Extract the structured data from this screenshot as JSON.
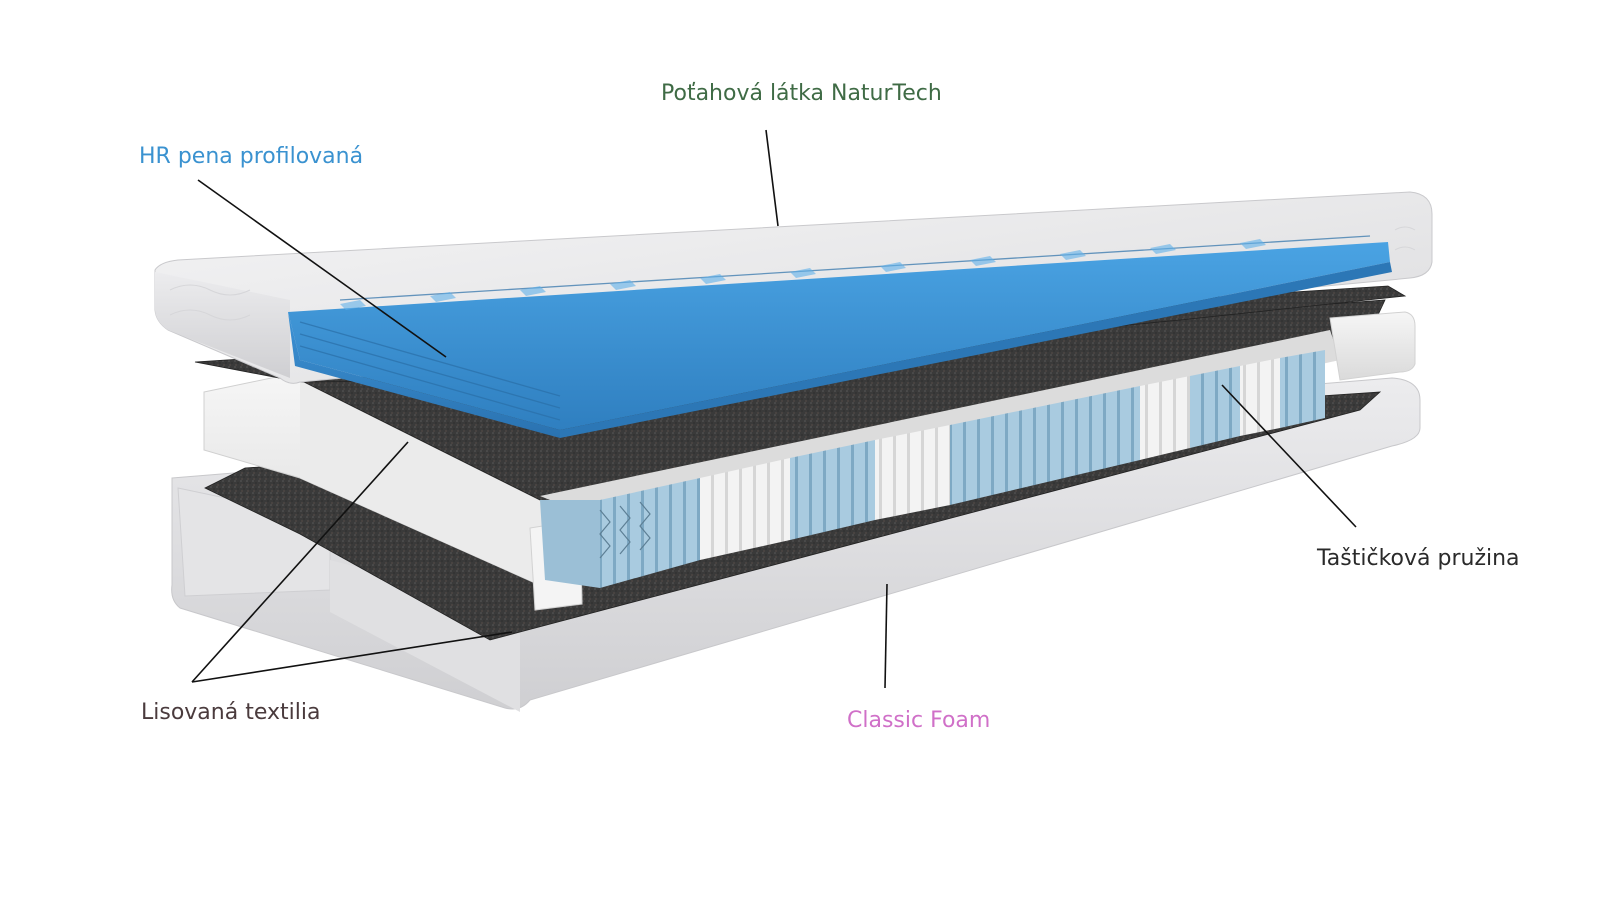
{
  "labels": {
    "cover_fabric": {
      "text": "Poťahová látka NaturTech",
      "color": "#3f6b45"
    },
    "hr_foam": {
      "text": "HR pena profilovaná",
      "color": "#3a92d0"
    },
    "pocket_spring": {
      "text": "Taštičková pružina",
      "color": "#2a2a2a"
    },
    "pressed_textile": {
      "text": "Lisovaná textilia",
      "color": "#4a3b3d"
    },
    "classic_foam": {
      "text": "Classic Foam",
      "color": "#d070c8"
    }
  },
  "colors": {
    "cover": "#e9e9ea",
    "foam_blue": "#3a8fd1",
    "felt": "#3b3b3b",
    "spring_white": "#f2f2f2",
    "spring_blue": "#9fc3da"
  }
}
